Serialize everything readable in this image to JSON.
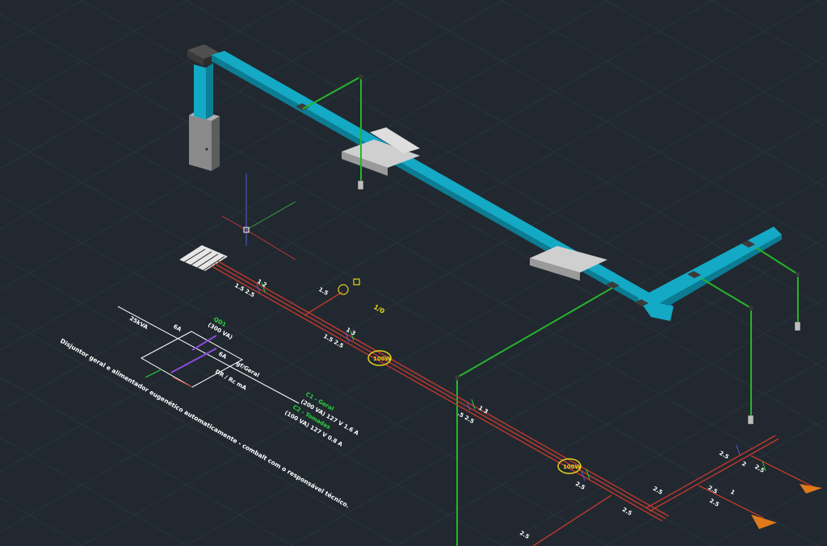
{
  "app": {
    "title": "CAD 3D isometric electrical layout",
    "colors": {
      "background": "#212830",
      "grid": "#2b333d",
      "tray_top": "#11a3bf",
      "tray_side": "#0a7d93",
      "conduit": "#26b52c",
      "circuit": "#c0392b",
      "panel": "#7a7a7a",
      "text": "#ffffff",
      "accent_green": "#29d33a",
      "accent_yellow": "#e8d21a",
      "arrow": "#e07a1a"
    }
  },
  "labels": {
    "wires_1_2": "1  2",
    "wires_15_25": "1.5  2.5",
    "wires_15_25_b": "1.5  2.5",
    "wires_1_3": "1  3",
    "wires_2_3": "1  3",
    "wires_15": "1.5",
    "wires_25_a": "2.5",
    "wires_25_b": "2.5",
    "wires_25_c": "2.5",
    "wires_25_d": "2.5",
    "wires_25_e": "2.5",
    "wires_25_f": "2.5",
    "wires_25_g": "2.5",
    "wires_25_h": "2.5",
    "wires_1": "1",
    "wires_2": "2",
    "wires_5_25": ".5  2.5",
    "circuit_c1": "C1 - Geral",
    "circuit_c1_value": "(200 VA)  127 V  1.6 A",
    "circuit_c2": "C2 - Tomadas",
    "circuit_c2_value": "(100 VA)  127 V  0.8 A",
    "qd1": "QD1",
    "qd1_va": "(300 VA)",
    "label_6a": "6A",
    "label_6a_b": "6A",
    "label_25kva": "25kVA",
    "label_gf": "gf/Geral",
    "label_dr": "DR / Rc mA",
    "switch_symbol": "1/0",
    "outlet_1": "100W",
    "outlet_2": "100W",
    "note": "Disjuntor geral e alimentador eugenético automaticamente - combalt com o responsável técnico."
  }
}
